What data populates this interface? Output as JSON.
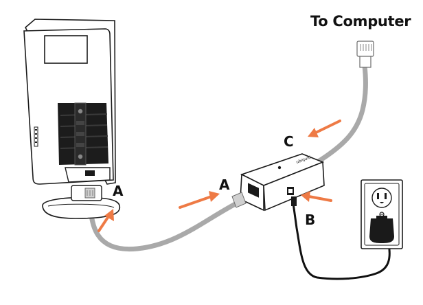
{
  "title": "To Computer",
  "labels": {
    "a_router": "A",
    "a_injector": "A",
    "b_power": "B",
    "c_computer": "C"
  },
  "injector_brand": "ubiquiti",
  "colors": {
    "cable": "#a9a9a9",
    "cable_dark": "#8c8c8c",
    "arrow": "#ee7a45",
    "outline": "#1a1a1a",
    "power_cord": "#111111"
  }
}
